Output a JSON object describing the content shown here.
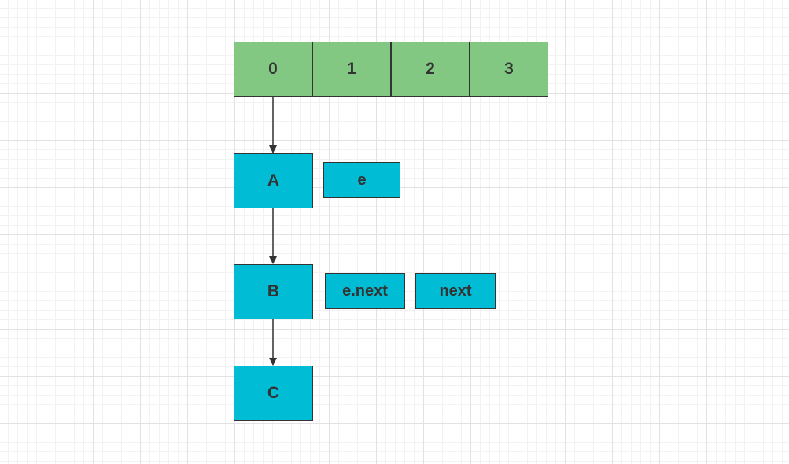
{
  "array": {
    "cells": [
      "0",
      "1",
      "2",
      "3"
    ]
  },
  "nodes": {
    "a": "A",
    "b": "B",
    "c": "C"
  },
  "pointers": {
    "e": "e",
    "e_next": "e.next",
    "next": "next"
  },
  "colors": {
    "array_fill": "#82c882",
    "node_fill": "#00bcd4",
    "stroke": "#333333",
    "text": "#333333"
  }
}
